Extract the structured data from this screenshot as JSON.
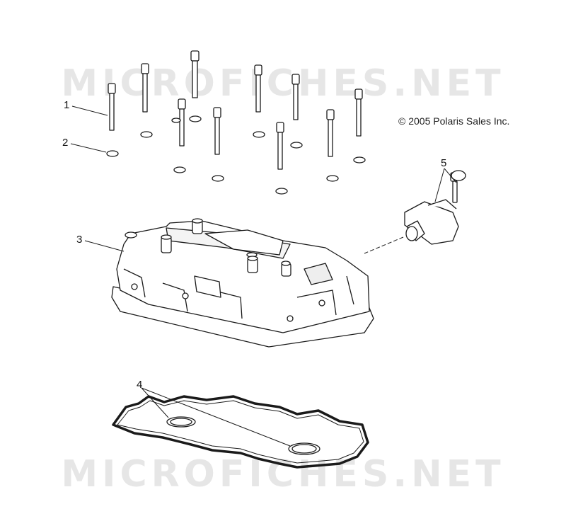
{
  "watermark": {
    "top": "MICROFICHES.NET",
    "bottom": "MICROFICHES.NET"
  },
  "copyright": "© 2005 Polaris Sales Inc.",
  "callouts": {
    "c1": "1",
    "c2": "2",
    "c3": "3",
    "c4": "4",
    "c5": "5"
  },
  "colors": {
    "line": "#1a1a1a",
    "part_fill": "#ffffff",
    "watermark": "#e4e4e4"
  }
}
